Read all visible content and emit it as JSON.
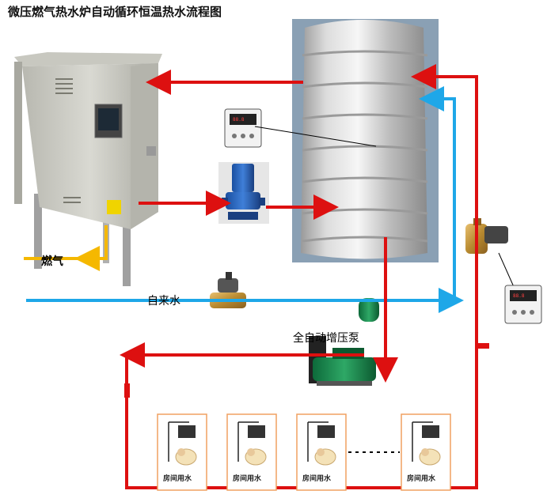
{
  "title": "微压燃气热水炉自动循环恒温热水流程图",
  "labels": {
    "gas": "燃气",
    "tap_water": "自来水",
    "booster_pump": "全自动增压泵"
  },
  "rooms": [
    {
      "label": "房间用水"
    },
    {
      "label": "房间用水"
    },
    {
      "label": "房间用水"
    },
    {
      "label": "房间用水"
    }
  ],
  "colors": {
    "hot_water": "#dd1010",
    "cold_water": "#1ea7e8",
    "gas": "#f5b800",
    "room_border": "#f0a060"
  }
}
